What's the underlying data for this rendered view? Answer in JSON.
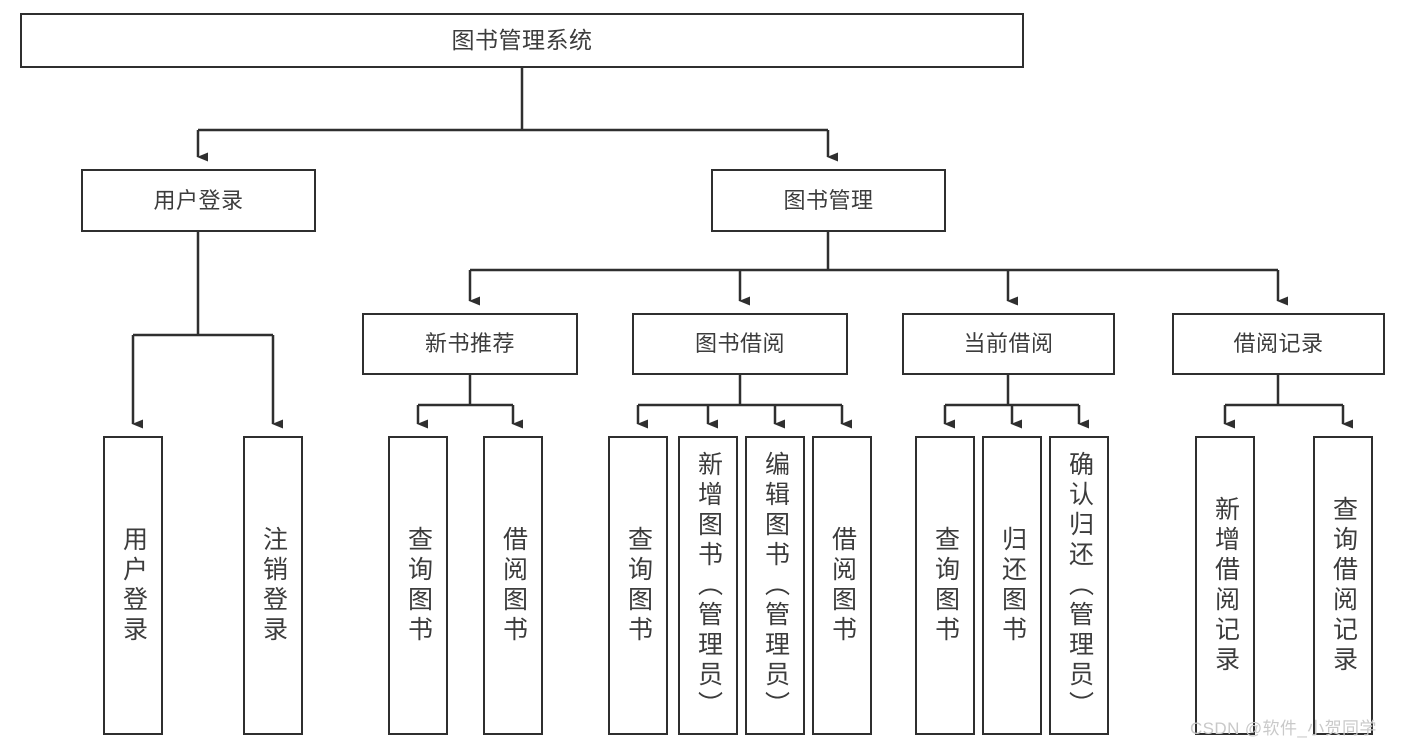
{
  "diagram": {
    "type": "tree-hierarchy",
    "title": "图书管理系统",
    "style": {
      "box_border_color": "#2f2f2f",
      "box_fill_color": "#ffffff",
      "text_color": "#3c3c3c",
      "connector_color": "#2f2f2f",
      "background_color": "#ffffff",
      "watermark_color": "#c9c9c9"
    },
    "nodes": {
      "root": {
        "label": "图书管理系统",
        "level": 1
      },
      "user_login": {
        "label": "用户登录",
        "level": 2
      },
      "book_manage": {
        "label": "图书管理",
        "level": 2
      },
      "new_book_rec": {
        "label": "新书推荐",
        "level": 3
      },
      "book_borrow": {
        "label": "图书借阅",
        "level": 3
      },
      "current_borrow": {
        "label": "当前借阅",
        "level": 3
      },
      "borrow_record": {
        "label": "借阅记录",
        "level": 3
      },
      "leaf_user_login": {
        "label": "用户登录",
        "level": 4
      },
      "leaf_logout": {
        "label": "注销登录",
        "level": 4
      },
      "leaf_query_book_1": {
        "label": "查询图书",
        "level": 4
      },
      "leaf_borrow_book_1": {
        "label": "借阅图书",
        "level": 4
      },
      "leaf_query_book_2": {
        "label": "查询图书",
        "level": 4
      },
      "leaf_add_book": {
        "label": "新增图书（管理员）",
        "level": 4
      },
      "leaf_edit_book": {
        "label": "编辑图书（管理员）",
        "level": 4
      },
      "leaf_borrow_book_2": {
        "label": "借阅图书",
        "level": 4
      },
      "leaf_query_book_3": {
        "label": "查询图书",
        "level": 4
      },
      "leaf_return_book": {
        "label": "归还图书",
        "level": 4
      },
      "leaf_confirm_return": {
        "label": "确认归还（管理员）",
        "level": 4
      },
      "leaf_add_record": {
        "label": "新增借阅记录",
        "level": 4
      },
      "leaf_query_record": {
        "label": "查询借阅记录",
        "level": 4
      }
    },
    "edges": [
      {
        "from": "root",
        "to": "user_login"
      },
      {
        "from": "root",
        "to": "book_manage"
      },
      {
        "from": "user_login",
        "to": "leaf_user_login"
      },
      {
        "from": "user_login",
        "to": "leaf_logout"
      },
      {
        "from": "book_manage",
        "to": "new_book_rec"
      },
      {
        "from": "book_manage",
        "to": "book_borrow"
      },
      {
        "from": "book_manage",
        "to": "current_borrow"
      },
      {
        "from": "book_manage",
        "to": "borrow_record"
      },
      {
        "from": "new_book_rec",
        "to": "leaf_query_book_1"
      },
      {
        "from": "new_book_rec",
        "to": "leaf_borrow_book_1"
      },
      {
        "from": "book_borrow",
        "to": "leaf_query_book_2"
      },
      {
        "from": "book_borrow",
        "to": "leaf_add_book"
      },
      {
        "from": "book_borrow",
        "to": "leaf_edit_book"
      },
      {
        "from": "book_borrow",
        "to": "leaf_borrow_book_2"
      },
      {
        "from": "current_borrow",
        "to": "leaf_query_book_3"
      },
      {
        "from": "current_borrow",
        "to": "leaf_return_book"
      },
      {
        "from": "current_borrow",
        "to": "leaf_confirm_return"
      },
      {
        "from": "borrow_record",
        "to": "leaf_add_record"
      },
      {
        "from": "borrow_record",
        "to": "leaf_query_record"
      }
    ]
  },
  "watermark": {
    "text": "CSDN @软件_小贺同学"
  }
}
